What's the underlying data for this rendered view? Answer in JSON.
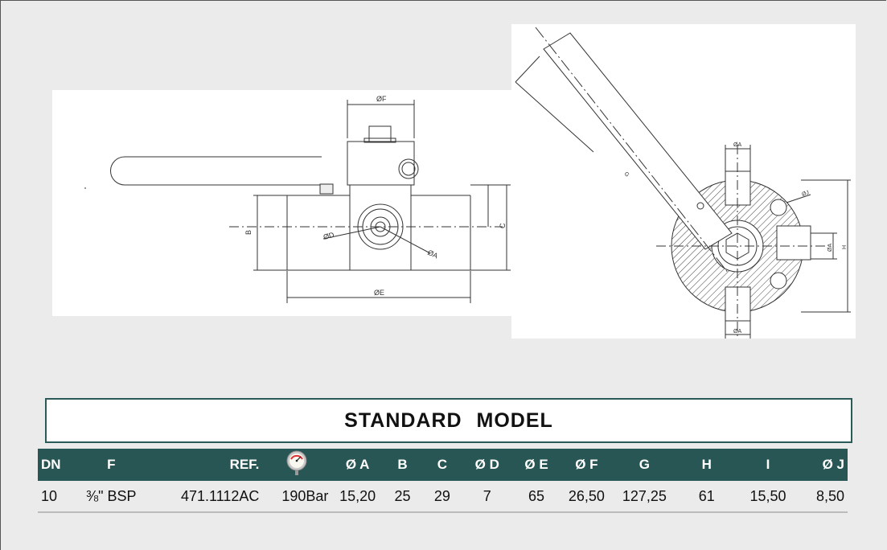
{
  "title": "STANDARD MODEL",
  "table": {
    "headers": [
      "DN",
      "F",
      "REF.",
      "",
      "Ø A",
      "B",
      "C",
      "Ø D",
      "Ø E",
      "Ø F",
      "G",
      "H",
      "I",
      "Ø J"
    ],
    "header_icon": "pressure-gauge-icon",
    "rows": [
      [
        "10",
        "⅜\" BSP",
        "471.1112AC",
        "190Bar",
        "15,20",
        "25",
        "29",
        "7",
        "65",
        "26,50",
        "127,25",
        "61",
        "15,50",
        "8,50"
      ]
    ]
  },
  "drawing_labels": {
    "side": {
      "f": "ØF",
      "b": "B",
      "c": "C",
      "d": "ØD",
      "a": "ØA",
      "e": "ØE"
    },
    "section": {
      "a_top": "ØA",
      "a_bottom": "ØA",
      "a_right": "ØA",
      "h": "H",
      "j": "ØJ",
      "g": "G"
    }
  },
  "colors": {
    "header_bg": "#275654",
    "title_border": "#2a5b58",
    "page_bg": "#ebebeb"
  }
}
